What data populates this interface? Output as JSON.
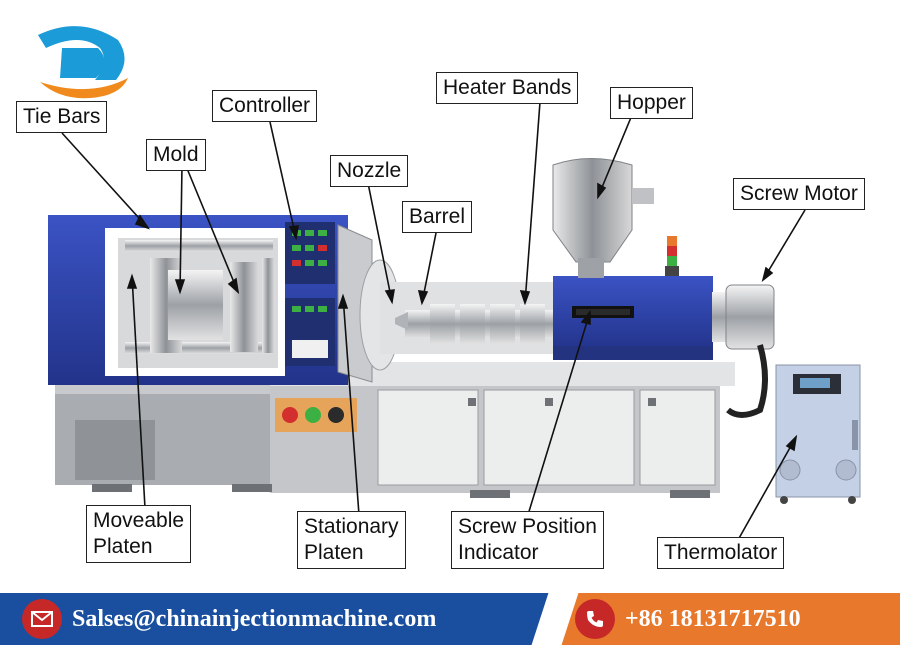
{
  "logo": {
    "letter": "D",
    "colors": {
      "top": "#1b9bd8",
      "bottom": "#f08a1c"
    }
  },
  "labels": {
    "tie_bars": "Tie Bars",
    "mold": "Mold",
    "controller": "Controller",
    "nozzle": "Nozzle",
    "barrel": "Barrel",
    "heater_bands": "Heater Bands",
    "hopper": "Hopper",
    "screw_motor": "Screw Motor",
    "moveable_platen": "Moveable\nPlaten",
    "stationary_platen": "Stationary\nPlaten",
    "screw_position_indicator": "Screw Position\nIndicator",
    "thermolator": "Thermolator"
  },
  "footer": {
    "email": "Salses@chinainjectionmachine.com",
    "phone": "+86  18131717510",
    "email_icon": "envelope-icon",
    "phone_icon": "phone-icon",
    "colors": {
      "left": "#1a4f9f",
      "right": "#e8782b",
      "icon_bg": "#c62828"
    }
  },
  "colors": {
    "machine_blue": "#2f44a8",
    "machine_gray": "#b9bcc0",
    "accent_green": "#3cb043",
    "accent_red": "#d32f2f"
  }
}
